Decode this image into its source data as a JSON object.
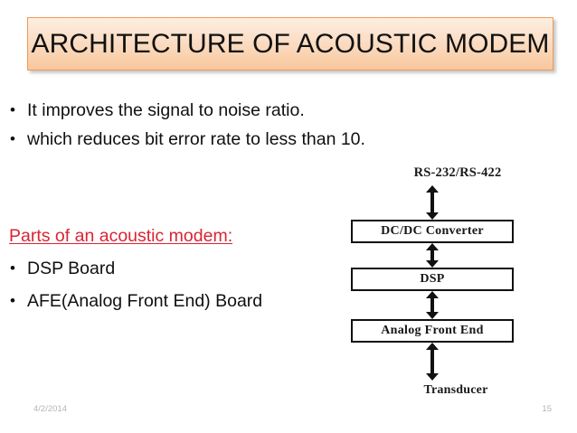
{
  "slide": {
    "title": "ARCHITECTURE OF ACOUSTIC MODEM",
    "title_border_color": "#E89B5C",
    "title_fill_top": "#FDEEE0",
    "title_fill_bottom": "#F8C79C"
  },
  "intro_bullets": [
    {
      "text": "It improves the signal to noise ratio."
    },
    {
      "text": "which reduces bit error rate to less than 10."
    }
  ],
  "parts_section": {
    "heading": "Parts of an acoustic modem:",
    "heading_color": "#D82432",
    "bullets": [
      {
        "text": "DSP Board"
      },
      {
        "text": "AFE(Analog Front End) Board"
      }
    ]
  },
  "diagram": {
    "top_label": "RS-232/RS-422",
    "bottom_label": "Transducer",
    "blocks": [
      {
        "label": "DC/DC Converter"
      },
      {
        "label": "DSP"
      },
      {
        "label": "Analog Front End"
      }
    ],
    "connector_type": "double-headed-arrow",
    "connector_count": 4
  },
  "footer": {
    "date": "4/2/2014",
    "slide_number": "15",
    "text_color": "#B4B4B4"
  }
}
